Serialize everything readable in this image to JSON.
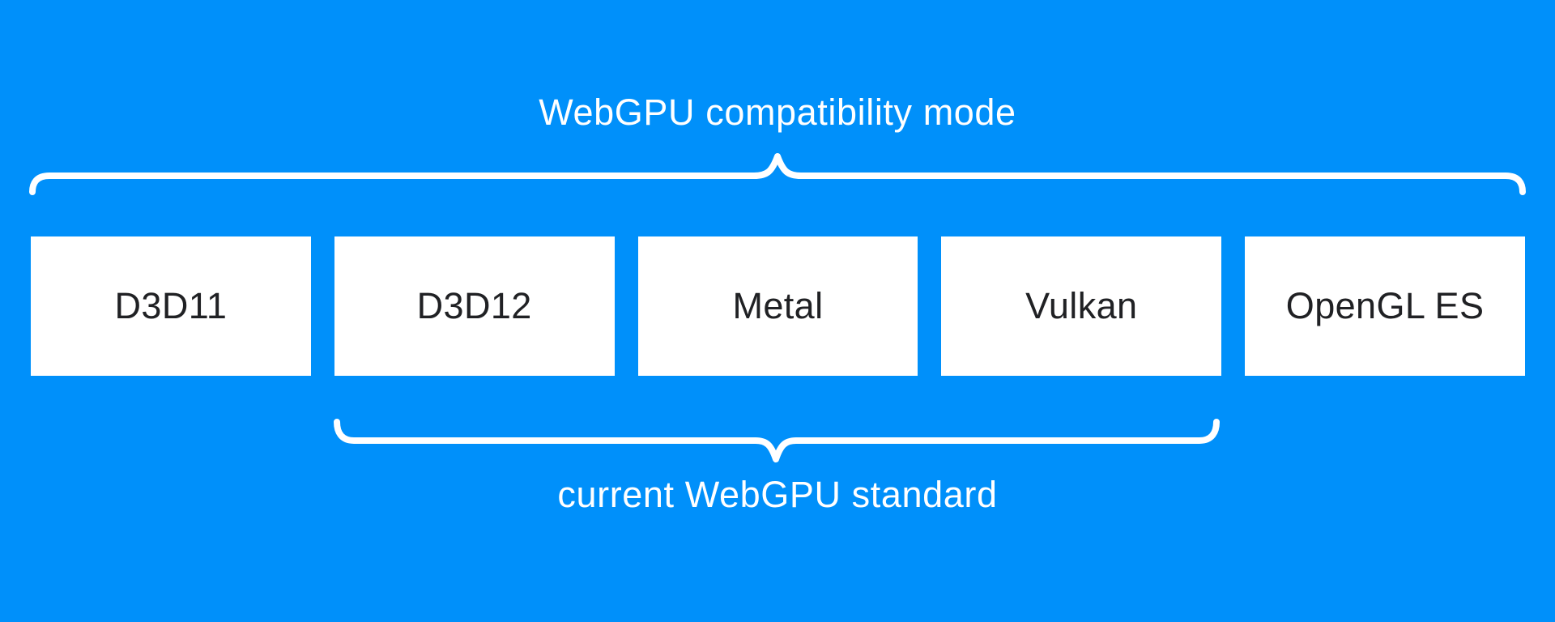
{
  "labels": {
    "top": "WebGPU compatibility mode",
    "bottom": "current WebGPU standard"
  },
  "boxes": [
    "D3D11",
    "D3D12",
    "Metal",
    "Vulkan",
    "OpenGL ES"
  ],
  "colors": {
    "background": "#0090fa",
    "brace": "#ffffff",
    "box_background": "#ffffff",
    "box_text": "#202124",
    "label_text": "#ffffff"
  }
}
